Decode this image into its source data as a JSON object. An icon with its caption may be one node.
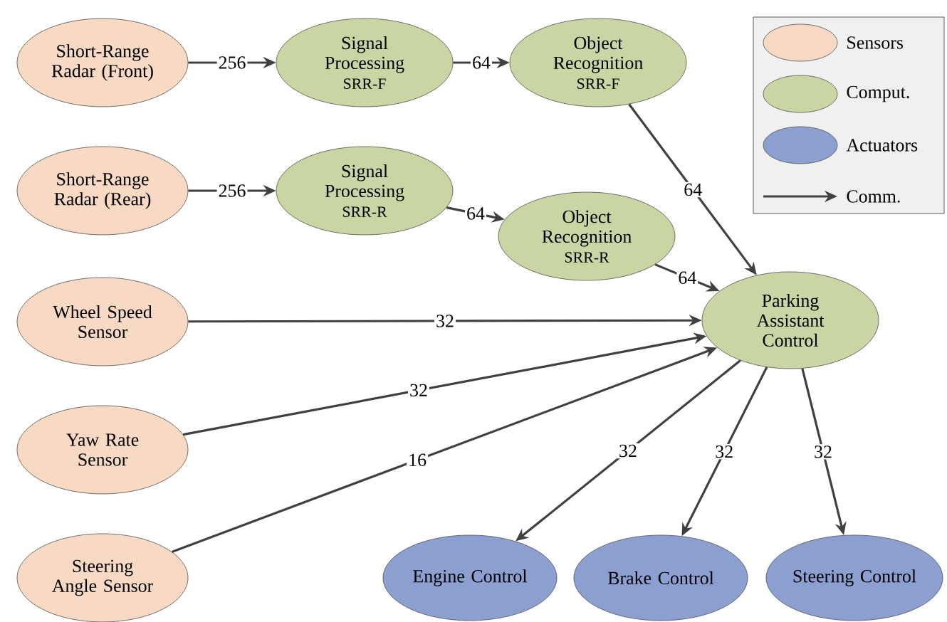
{
  "diagram": {
    "nodes": [
      {
        "text": [
          "Short-Range Radar (Front)"
        ]
      },
      {
        "text": [
          "Signal Processing",
          "SRR-F"
        ]
      },
      {
        "text": [
          "Object Recognition",
          "SRR-F"
        ]
      },
      {
        "text": [
          "Short-Range Radar (Rear)"
        ]
      },
      {
        "text": [
          "Signal Processing",
          "SRR-R"
        ]
      },
      {
        "text": [
          "Object Recognition",
          "SRR-R"
        ]
      },
      {
        "text": [
          "Wheel Speed Sensor"
        ]
      },
      {
        "text": [
          "Parking Assistant Control"
        ]
      },
      {
        "text": [
          "Yaw Rate Sensor"
        ]
      },
      {
        "text": [
          "Steering Angle Sensor"
        ]
      },
      {
        "text": [
          "Engine Control"
        ]
      },
      {
        "text": [
          "Brake Control"
        ]
      },
      {
        "text": [
          "Steering Control"
        ]
      }
    ],
    "edges": [
      {
        "from": 0,
        "to": 1,
        "arrow": "to",
        "label": "256"
      },
      {
        "from": 1,
        "to": 2,
        "arrow": "to",
        "label": "64"
      },
      {
        "from": 3,
        "to": 4,
        "arrow": "to",
        "label": "256"
      },
      {
        "from": 4,
        "to": 5,
        "arrow": "to",
        "label": "64"
      },
      {
        "from": 2,
        "to": 7,
        "arrow": "to",
        "label": "64"
      },
      {
        "from": 5,
        "to": 7,
        "arrow": "to",
        "label": "64"
      },
      {
        "from": 6,
        "to": 7,
        "arrow": "to",
        "label": "32"
      },
      {
        "from": 8,
        "to": 7,
        "arrow": "to",
        "label": "32"
      },
      {
        "from": 9,
        "to": 7,
        "arrow": "to",
        "label": "16"
      },
      {
        "from": 7,
        "to": 10,
        "arrow": "to",
        "label": "32"
      },
      {
        "from": 7,
        "to": 11,
        "arrow": "to",
        "label": "32"
      },
      {
        "from": 7,
        "to": 12,
        "arrow": "to",
        "label": "32"
      }
    ],
    "legend": [
      {
        "text": "Sensors",
        "color": "#f8d9c4"
      },
      {
        "text": "Comput.",
        "color": "#c9d6a3"
      },
      {
        "text": "Actuators",
        "color": "#8c9fd1"
      },
      {
        "text": "Comm."
      }
    ]
  }
}
